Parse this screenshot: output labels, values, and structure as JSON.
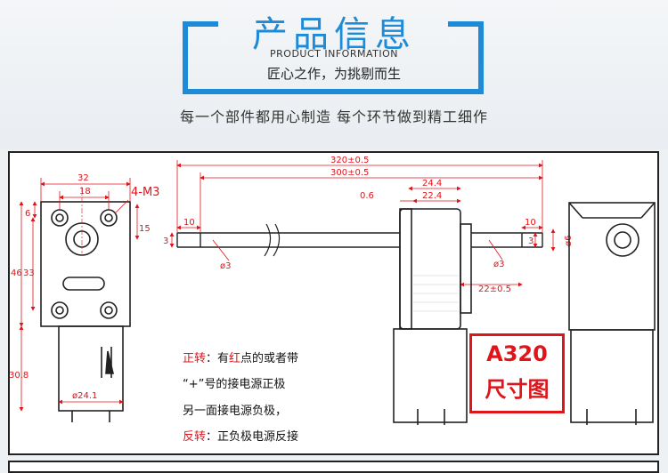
{
  "header": {
    "title": "产品信息",
    "title_en": "PRODUCT INFORMATION",
    "subtitle": "匠心之作，为挑剔而生",
    "slogan": "每一个部件都用心制造 每个环节做到精工细作"
  },
  "drawing": {
    "dim_32": "32",
    "dim_18": "18",
    "hole_label": "4-M3",
    "dim_6": "6",
    "dim_15": "15",
    "dim_46": "46",
    "dim_33": "33",
    "dim_30_8": "30.8",
    "dim_d24_1": "ø24.1",
    "dim_320": "320±0.5",
    "dim_300": "300±0.5",
    "dim_10_left": "10",
    "dim_3_left": "3",
    "dim_d3_left": "ø3",
    "dim_24_4": "24.4",
    "dim_22_4": "22.4",
    "dim_0_6": "0.6",
    "dim_10_right": "10",
    "dim_3_right": "3",
    "dim_d6": "ø6",
    "dim_d3_right": "ø3",
    "dim_22": "22±0.5"
  },
  "notes": {
    "line1_a": "正转",
    "line1_b": "：有",
    "line1_c": "红",
    "line1_d": "点的或者带",
    "line2": "“+”号的接电源正极",
    "line3": "另一面接电源负极，",
    "line4_a": "反转",
    "line4_b": "：正负极电源反接"
  },
  "badge": {
    "model": "A320",
    "label": "尺寸图"
  },
  "colors": {
    "accent_blue": "#1e8bd8",
    "dim_red": "#e0151b",
    "line": "#222222"
  }
}
